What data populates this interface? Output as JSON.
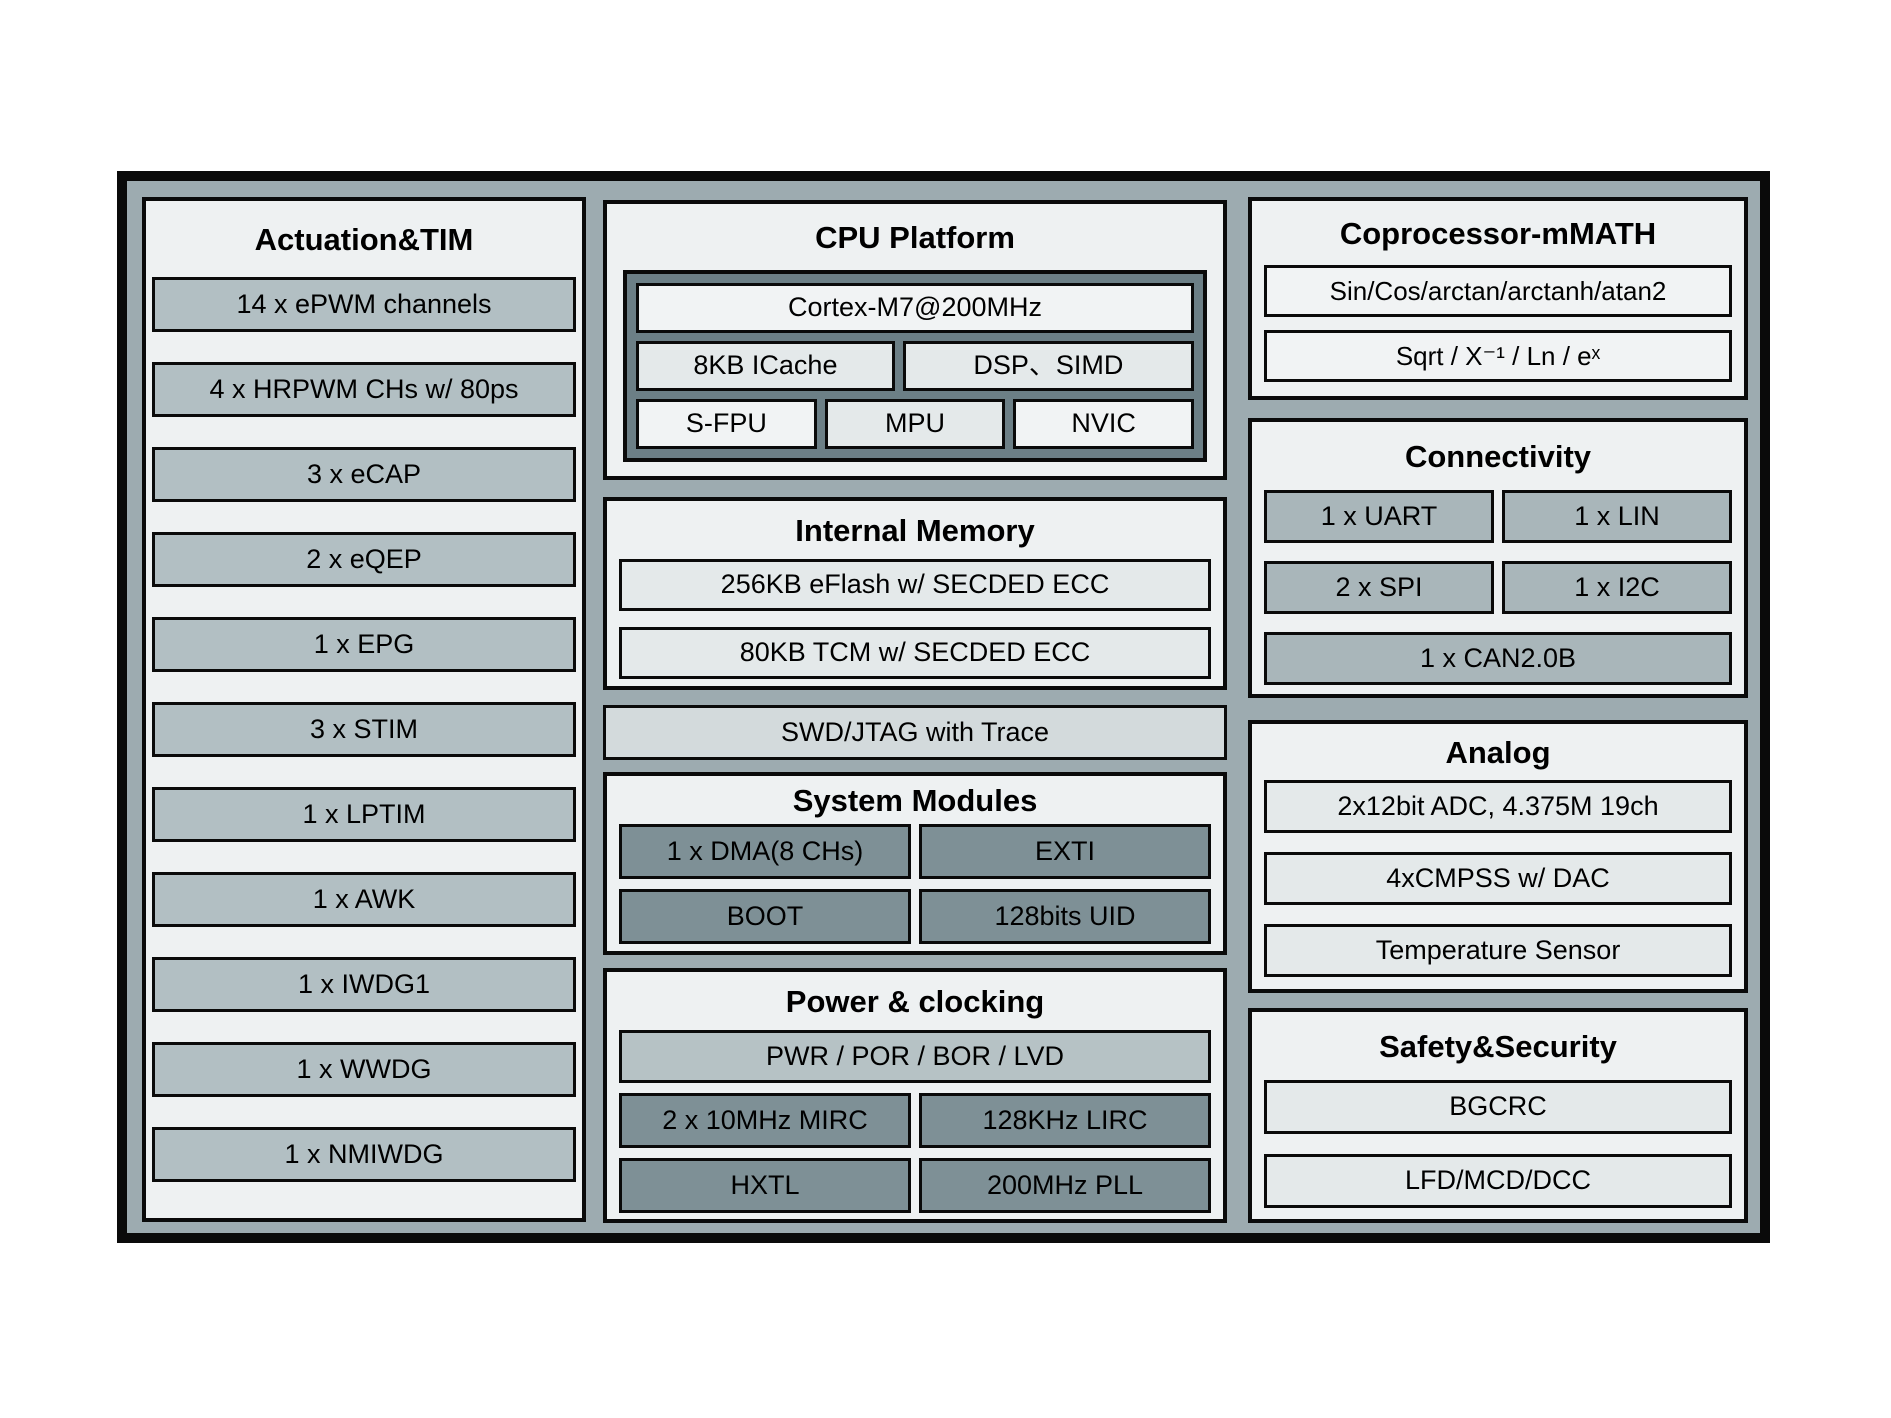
{
  "chip": {
    "actuation": {
      "title": "Actuation&TIM",
      "items": [
        "14 x ePWM channels",
        "4 x HRPWM CHs w/ 80ps",
        "3 x eCAP",
        "2 x eQEP",
        "1 x EPG",
        "3 x STIM",
        "1 x LPTIM",
        "1 x AWK",
        "1 x IWDG1",
        "1 x WWDG",
        "1 x NMIWDG"
      ]
    },
    "cpu": {
      "title": "CPU Platform",
      "core": "Cortex-M7@200MHz",
      "icache": "8KB ICache",
      "dsp": "DSP、SIMD",
      "sfpu": "S-FPU",
      "mpu": "MPU",
      "nvic": "NVIC"
    },
    "memory": {
      "title": "Internal Memory",
      "items": [
        "256KB eFlash w/ SECDED ECC",
        "80KB TCM w/ SECDED ECC"
      ]
    },
    "debug": {
      "label": "SWD/JTAG with Trace"
    },
    "system": {
      "title": "System Modules",
      "items": [
        "1 x DMA(8 CHs)",
        "EXTI",
        "BOOT",
        "128bits UID"
      ]
    },
    "power": {
      "title": "Power & clocking",
      "bar": "PWR / POR / BOR / LVD",
      "items": [
        "2 x 10MHz MIRC",
        "128KHz LIRC",
        "HXTL",
        "200MHz PLL"
      ]
    },
    "coprocessor": {
      "title": "Coprocessor-mMATH",
      "items": [
        "Sin/Cos/arctan/arctanh/atan2",
        "Sqrt / X⁻¹ / Ln / eˣ"
      ]
    },
    "connectivity": {
      "title": "Connectivity",
      "grid": [
        "1 x UART",
        "1 x LIN",
        "2 x SPI",
        "1 x I2C"
      ],
      "full": "1 x CAN2.0B"
    },
    "analog": {
      "title": "Analog",
      "items": [
        "2x12bit ADC, 4.375M 19ch",
        "4xCMPSS w/ DAC",
        "Temperature Sensor"
      ]
    },
    "safety": {
      "title": "Safety&Security",
      "items": [
        "BGCRC",
        "LFD/MCD/DCC"
      ]
    },
    "colors": {
      "frame": "#9dabb0",
      "section_bg": "#eef1f2",
      "item_mid": "#b2bfc3",
      "item_mid2": "#a9b6ba",
      "item_light": "#e4e9ea",
      "item_lighter": "#f1f3f4",
      "item_dark": "#7e9096",
      "cpu_wrap": "#6c7f86",
      "debug_bar": "#d3dadc",
      "power_bar": "#b6c2c5",
      "line": "#0a0a0a"
    }
  }
}
